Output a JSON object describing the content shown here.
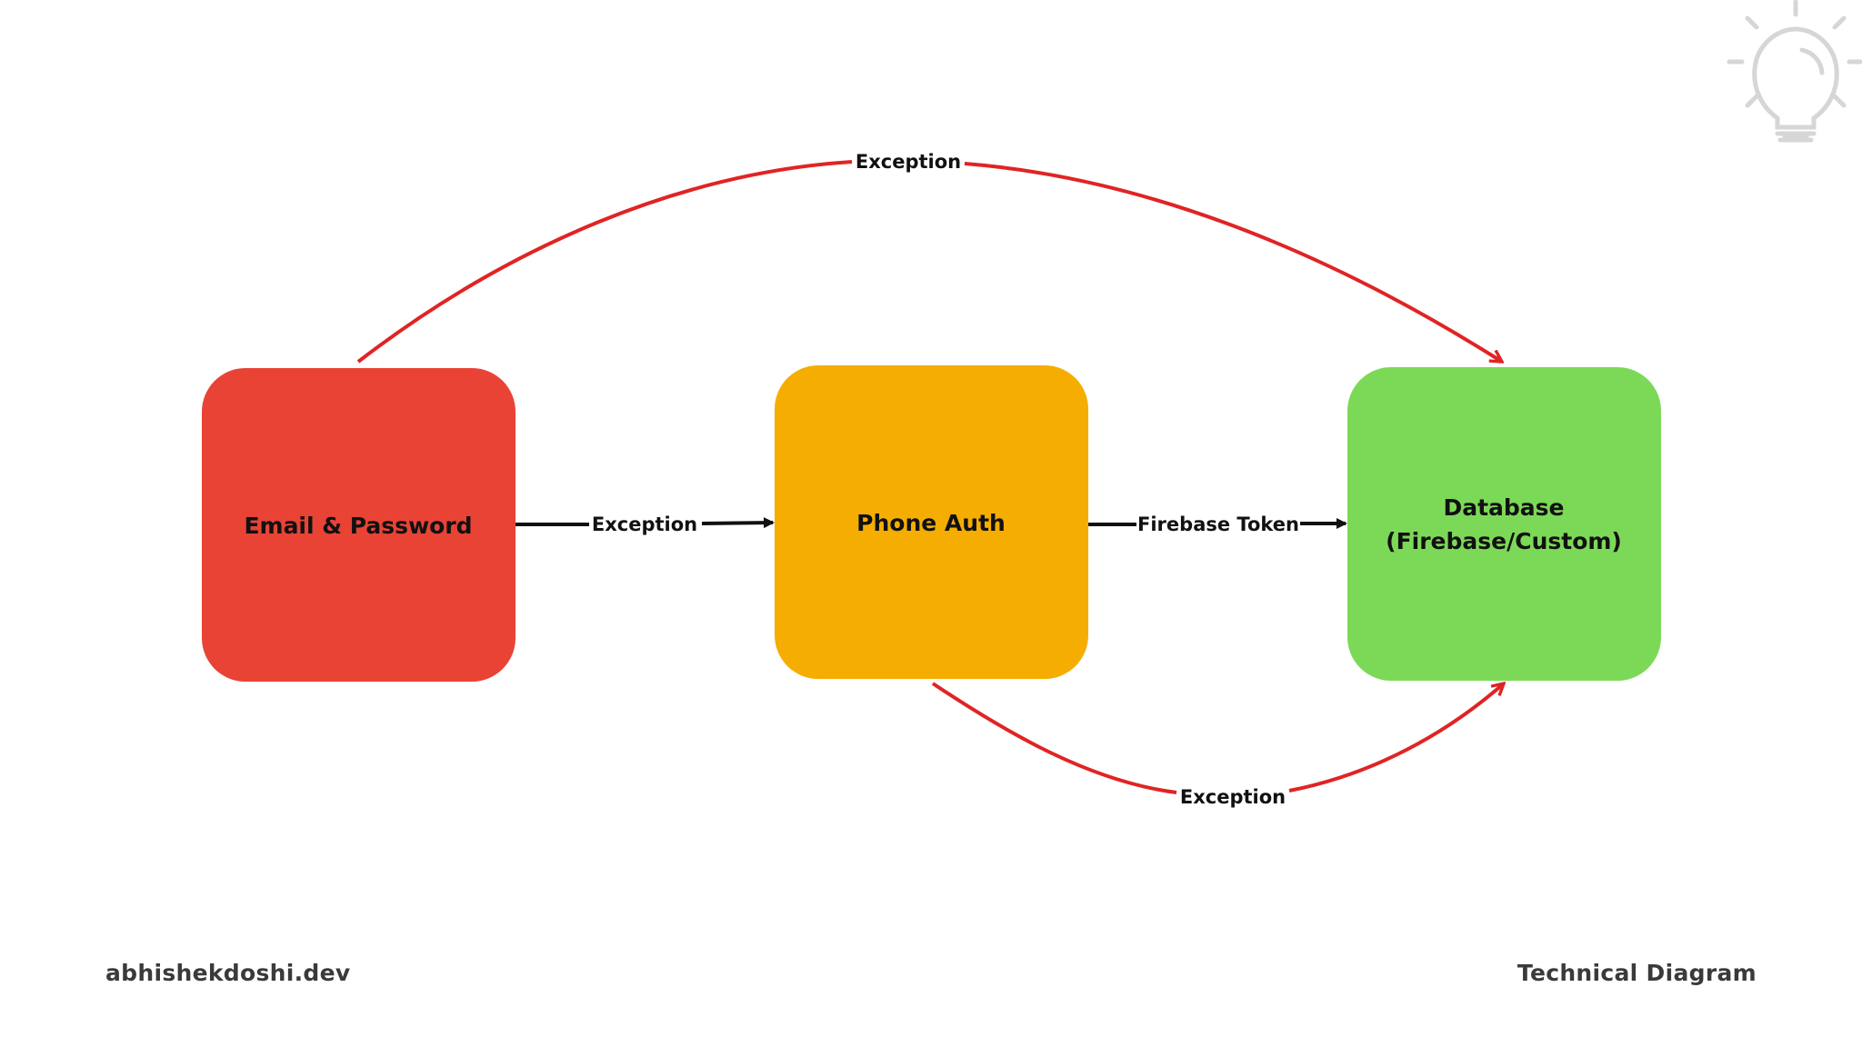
{
  "colors": {
    "email_box": "#e84335",
    "phone_box": "#f6ad02",
    "database_box": "#7cd957",
    "exception_arrow": "#e02424",
    "flow_arrow": "#111111",
    "bulb_icon": "#d6d6d6"
  },
  "nodes": {
    "email": {
      "label": "Email & Password"
    },
    "phone": {
      "label": "Phone Auth"
    },
    "database": {
      "label_line1": "Database",
      "label_line2": "(Firebase/Custom)"
    }
  },
  "edges": {
    "email_to_phone": "Exception",
    "phone_to_database": "Firebase Token",
    "email_to_database": "Exception",
    "phone_to_database_exception": "Exception"
  },
  "icons": {
    "corner": "lightbulb-icon"
  },
  "footer": {
    "site": "abhishekdoshi.dev",
    "caption": "Technical Diagram"
  }
}
